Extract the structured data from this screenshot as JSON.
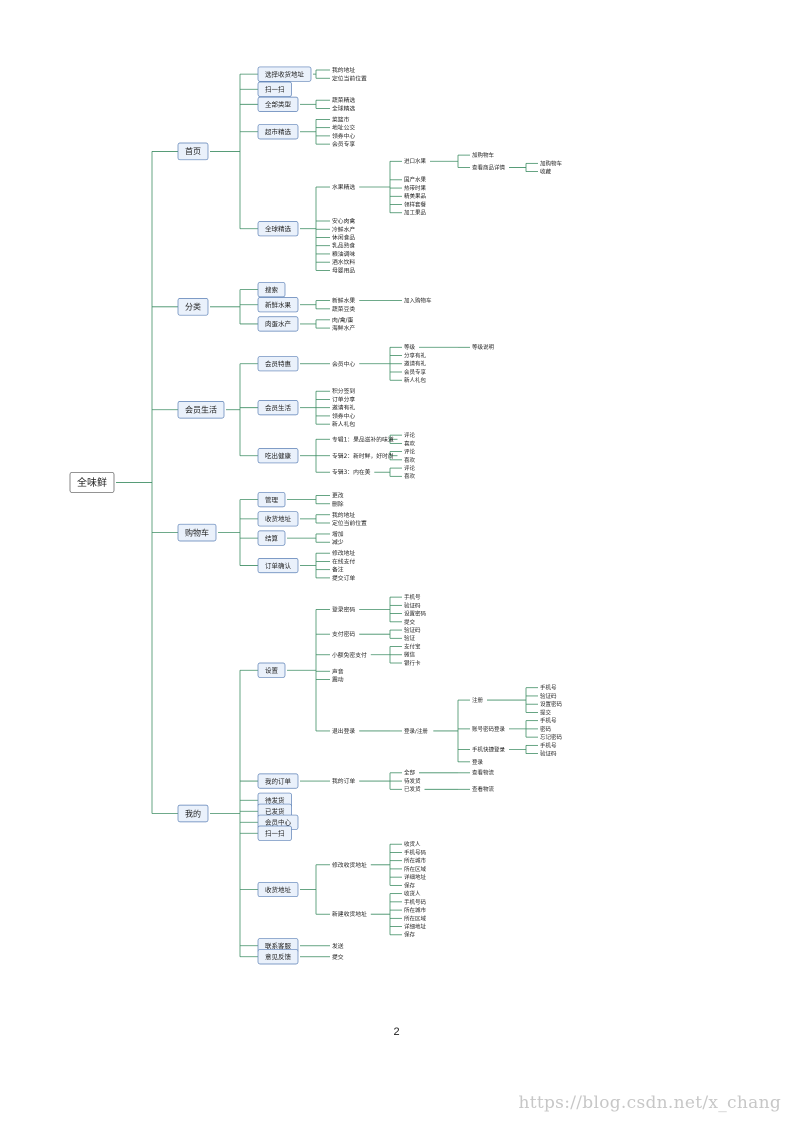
{
  "mindmap": {
    "root": "全味鲜",
    "branches": [
      {
        "label": "首页",
        "children": [
          {
            "label": "选择收货地址",
            "children": [
              {
                "label": "我的地址"
              },
              {
                "label": "定位当前位置"
              }
            ]
          },
          {
            "label": "扫一扫"
          },
          {
            "label": "全部类型",
            "children": [
              {
                "label": "蔬菜精选"
              },
              {
                "label": "全球精选"
              }
            ]
          },
          {
            "label": "超市精选",
            "children": [
              {
                "label": "菜篮市"
              },
              {
                "label": "地址公交"
              },
              {
                "label": "领券中心"
              },
              {
                "label": "会员专享"
              }
            ]
          },
          {
            "label": "全球精选",
            "children": [
              {
                "label": "水果精选",
                "children": [
                  {
                    "label": "进口水果",
                    "children": [
                      {
                        "label": "加购物车"
                      },
                      {
                        "label": "查看商品详情",
                        "children": [
                          {
                            "label": "加购物车"
                          },
                          {
                            "label": "收藏"
                          }
                        ]
                      }
                    ]
                  },
                  {
                    "label": "国产水果"
                  },
                  {
                    "label": "热带时果"
                  },
                  {
                    "label": "精美果品"
                  },
                  {
                    "label": "领样套餐"
                  },
                  {
                    "label": "加工果品"
                  }
                ]
              },
              {
                "label": "安心肉禽"
              },
              {
                "label": "冷鲜水产"
              },
              {
                "label": "休闲食品"
              },
              {
                "label": "乳品熟食"
              },
              {
                "label": "粮油调味"
              },
              {
                "label": "酒水饮料"
              },
              {
                "label": "母婴用品"
              }
            ]
          }
        ]
      },
      {
        "label": "分类",
        "children": [
          {
            "label": "搜索"
          },
          {
            "label": "新鲜水果",
            "children": [
              {
                "label": "新鲜水果",
                "children": [
                  {
                    "label": "加入购物车"
                  }
                ]
              },
              {
                "label": "蔬菜豆类"
              }
            ]
          },
          {
            "label": "肉蛋水产",
            "children": [
              {
                "label": "肉/禽/蛋"
              },
              {
                "label": "海鲜水产"
              }
            ]
          }
        ]
      },
      {
        "label": "会员生活",
        "children": [
          {
            "label": "会员特惠",
            "children": [
              {
                "label": "会员中心",
                "children": [
                  {
                    "label": "等级",
                    "children": [
                      {
                        "label": "等级说明"
                      }
                    ]
                  },
                  {
                    "label": "分享有礼"
                  },
                  {
                    "label": "邀请有礼"
                  },
                  {
                    "label": "会员专享"
                  },
                  {
                    "label": "新人礼包"
                  }
                ]
              }
            ]
          },
          {
            "label": "会员生活",
            "children": [
              {
                "label": "积分签到"
              },
              {
                "label": "订单分享"
              },
              {
                "label": "邀请有礼"
              },
              {
                "label": "领券中心"
              },
              {
                "label": "新人礼包"
              }
            ]
          },
          {
            "label": "吃出健康",
            "children": [
              {
                "label": "专辑1：果品滋补的味道",
                "children": [
                  {
                    "label": "评论"
                  },
                  {
                    "label": "喜欢"
                  }
                ]
              },
              {
                "label": "专辑2：新时鲜，好时尚",
                "children": [
                  {
                    "label": "评论"
                  },
                  {
                    "label": "喜欢"
                  }
                ]
              },
              {
                "label": "专辑3：内在美",
                "children": [
                  {
                    "label": "评论"
                  },
                  {
                    "label": "喜欢"
                  }
                ]
              }
            ]
          }
        ]
      },
      {
        "label": "购物车",
        "children": [
          {
            "label": "管理",
            "children": [
              {
                "label": "更改"
              },
              {
                "label": "删除"
              }
            ]
          },
          {
            "label": "收货地址",
            "children": [
              {
                "label": "我的地址"
              },
              {
                "label": "定位当前位置"
              }
            ]
          },
          {
            "label": "结算",
            "children": [
              {
                "label": "增加"
              },
              {
                "label": "减少"
              }
            ]
          },
          {
            "label": "订单确认",
            "children": [
              {
                "label": "修改地址"
              },
              {
                "label": "在线支付"
              },
              {
                "label": "备注"
              },
              {
                "label": "提交订单"
              }
            ]
          }
        ]
      },
      {
        "label": "我的",
        "children": [
          {
            "label": "设置",
            "children": [
              {
                "label": "登录密码",
                "children": [
                  {
                    "label": "手机号"
                  },
                  {
                    "label": "验证码"
                  },
                  {
                    "label": "设置密码"
                  },
                  {
                    "label": "提交"
                  }
                ]
              },
              {
                "label": "支付密码",
                "children": [
                  {
                    "label": "验证码"
                  },
                  {
                    "label": "验证"
                  }
                ]
              },
              {
                "label": "小额免密支付",
                "children": [
                  {
                    "label": "支付宝"
                  },
                  {
                    "label": "微信"
                  },
                  {
                    "label": "银行卡"
                  }
                ]
              },
              {
                "label": "声音"
              },
              {
                "label": "震动"
              },
              {
                "label": "退出登录",
                "children": [
                  {
                    "label": "登录/注册",
                    "children": [
                      {
                        "label": "注册",
                        "children": [
                          {
                            "label": "手机号"
                          },
                          {
                            "label": "验证码"
                          },
                          {
                            "label": "设置密码"
                          },
                          {
                            "label": "提交"
                          }
                        ]
                      },
                      {
                        "label": "账号密码登录",
                        "children": [
                          {
                            "label": "手机号"
                          },
                          {
                            "label": "密码"
                          },
                          {
                            "label": "忘记密码"
                          }
                        ]
                      },
                      {
                        "label": "手机快捷登录",
                        "children": [
                          {
                            "label": "手机号"
                          },
                          {
                            "label": "验证码"
                          }
                        ]
                      },
                      {
                        "label": "登录"
                      }
                    ]
                  }
                ]
              }
            ]
          },
          {
            "label": "我的订单",
            "children": [
              {
                "label": "我的订单",
                "children": [
                  {
                    "label": "全部",
                    "children": [
                      {
                        "label": "查看物流"
                      }
                    ]
                  },
                  {
                    "label": "待发货"
                  },
                  {
                    "label": "已发货",
                    "children": [
                      {
                        "label": "查看物流"
                      }
                    ]
                  }
                ]
              }
            ]
          },
          {
            "label": "待发货"
          },
          {
            "label": "已发货"
          },
          {
            "label": "会员中心"
          },
          {
            "label": "扫一扫"
          },
          {
            "label": "收货地址",
            "children": [
              {
                "label": "修改收货地址",
                "children": [
                  {
                    "label": "收货人"
                  },
                  {
                    "label": "手机号码"
                  },
                  {
                    "label": "所在城市"
                  },
                  {
                    "label": "所在区域"
                  },
                  {
                    "label": "详细地址"
                  },
                  {
                    "label": "保存"
                  }
                ]
              },
              {
                "label": "新建收货地址",
                "children": [
                  {
                    "label": "收货人"
                  },
                  {
                    "label": "手机号码"
                  },
                  {
                    "label": "所在城市"
                  },
                  {
                    "label": "所在区域"
                  },
                  {
                    "label": "详细地址"
                  },
                  {
                    "label": "保存"
                  }
                ]
              }
            ]
          },
          {
            "label": "联系客服",
            "children": [
              {
                "label": "发送"
              }
            ]
          },
          {
            "label": "意见反馈",
            "children": [
              {
                "label": "提交"
              }
            ]
          }
        ]
      }
    ]
  },
  "footer": {
    "page_number": "2",
    "watermark": "https://blog.csdn.net/x_chang"
  }
}
